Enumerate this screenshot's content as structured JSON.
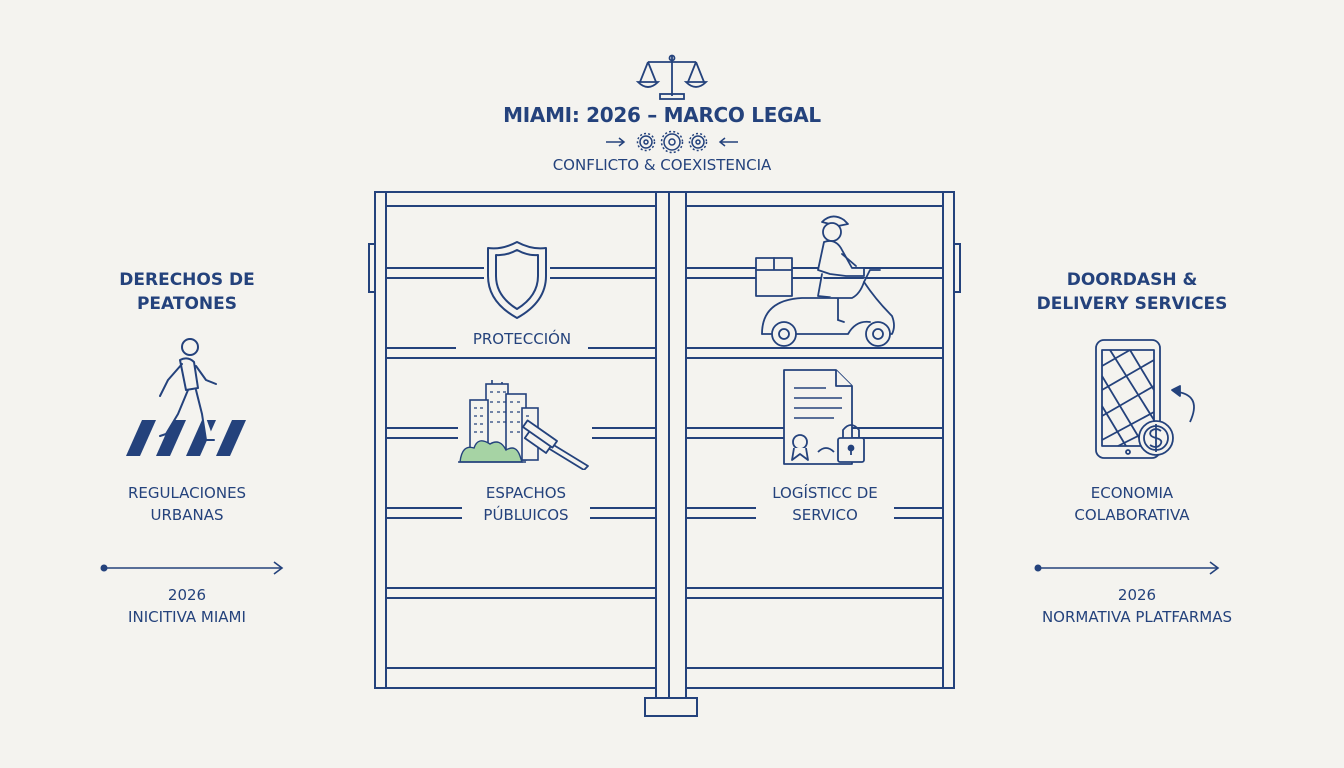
{
  "header": {
    "title": "MIAMI: 2026 – MARCO LEGAL",
    "subtitle": "CONFLICTO & COEXISTENCIA",
    "scales_icon": "balance-scales-icon",
    "gears_icon": "gears-icon"
  },
  "left": {
    "heading": "DERECHOS DE\nPEATONES",
    "caption": "REGULACIONES\nURBANAS",
    "timeline_text": "2026\nINICITIVA MIAMI",
    "icon": "pedestrian-crosswalk-icon"
  },
  "right": {
    "heading": "DOORDASH &\nDELIVERY SERVICES",
    "caption": "ECONOMIA\nCOLABORATIVA",
    "timeline_text": "2026\nNORMATIVA PLATFARMAS",
    "icon": "phone-map-payment-icon"
  },
  "cells": {
    "protection": {
      "label": "PROTECCIÓN",
      "icon": "shield-icon"
    },
    "public_spaces": {
      "label": "ESPACHOS\nPÚBLUICOS",
      "icon": "city-gavel-icon"
    },
    "delivery": {
      "icon": "scooter-courier-icon"
    },
    "logistics": {
      "label": "LOGÍSTICC DE\nSERVICO",
      "icon": "contract-lock-icon"
    }
  },
  "colors": {
    "background": "#f4f3ef",
    "ink": "#24427c",
    "accent_green": "#a6d3a4"
  }
}
